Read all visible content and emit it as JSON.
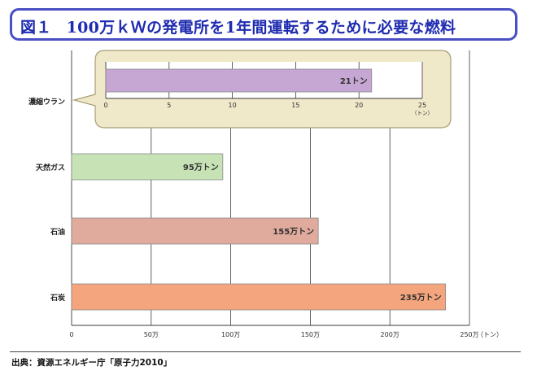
{
  "title": {
    "figure_no": "図１",
    "text": "100万ｋＷの発電所を1年間運転するために必要な燃料"
  },
  "source": "出典：資源エネルギー庁「原子力2010」",
  "colors": {
    "title_border": "#4a4fc4",
    "title_text": "#1f2bb0",
    "callout_fill": "#efe8c9",
    "callout_border": "#a79f74"
  },
  "chart_data": [
    {
      "type": "bar",
      "orientation": "horizontal",
      "categories": [
        "天然ガス",
        "石油",
        "石炭"
      ],
      "values": [
        950000,
        1550000,
        2350000
      ],
      "value_labels": [
        "95万トン",
        "155万トン",
        "235万トン"
      ],
      "colors": [
        "#c7e3b6",
        "#e0aa9c",
        "#f4a57d"
      ],
      "xlim": [
        0,
        2500000
      ],
      "xticks": [
        0,
        500000,
        1000000,
        1500000,
        2000000,
        2500000
      ],
      "xtick_labels": [
        "0",
        "50万",
        "100万",
        "150万",
        "200万",
        "250万"
      ],
      "xunit": "（トン）",
      "grid": true
    },
    {
      "type": "bar",
      "orientation": "horizontal",
      "categories": [
        "濃縮ウラン"
      ],
      "values": [
        21
      ],
      "value_labels": [
        "21トン"
      ],
      "colors": [
        "#c6a7d3"
      ],
      "xlim": [
        0,
        25
      ],
      "xticks": [
        0,
        5,
        10,
        15,
        20,
        25
      ],
      "xtick_labels": [
        "0",
        "5",
        "10",
        "15",
        "20",
        "25"
      ],
      "xunit": "（トン）",
      "grid": true
    }
  ]
}
